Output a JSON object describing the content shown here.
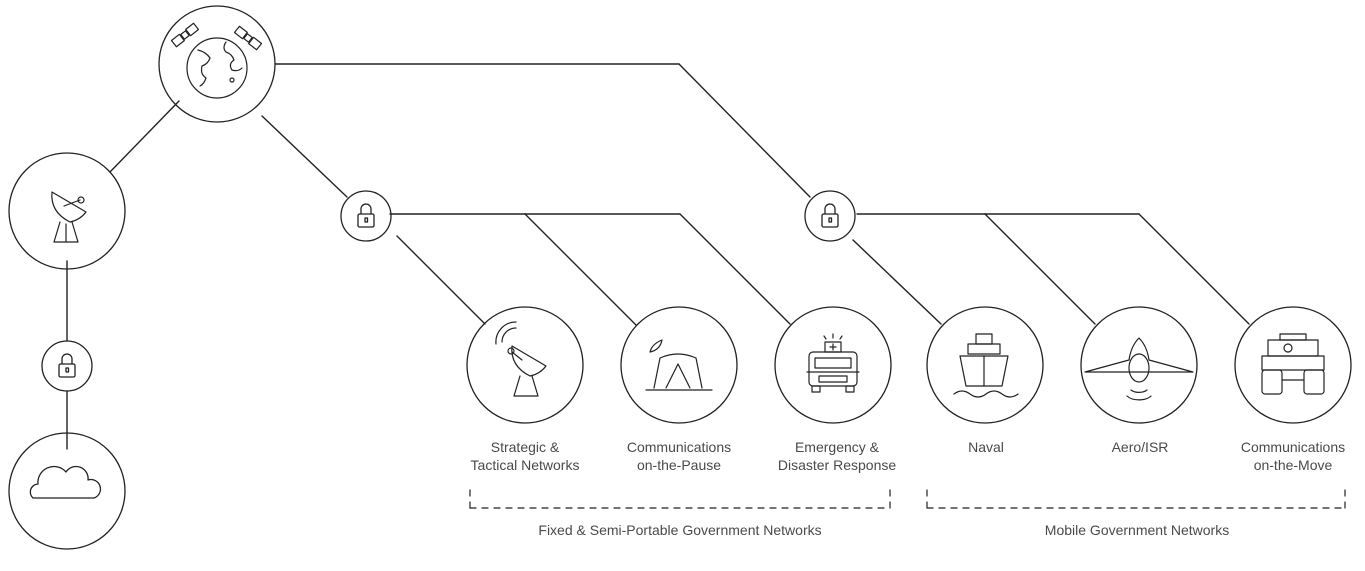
{
  "diagram": {
    "colors": {
      "stroke": "#222222",
      "text": "#4a4a4a"
    },
    "hub": {
      "icon": "satellite-earth-icon"
    },
    "ground_station": {
      "icon": "satellite-dish-icon"
    },
    "cloud": {
      "icon": "cloud-icon"
    },
    "locks": {
      "icon": "lock-icon",
      "count": 3
    },
    "endpoints": [
      {
        "icon": "tactical-dish-icon",
        "line1": "Strategic &",
        "line2": "Tactical Networks"
      },
      {
        "icon": "tent-dish-icon",
        "line1": "Communications",
        "line2": "on-the-Pause"
      },
      {
        "icon": "ambulance-icon",
        "line1": "Emergency &",
        "line2": "Disaster Response"
      },
      {
        "icon": "ship-icon",
        "line1": "Naval",
        "line2": ""
      },
      {
        "icon": "aircraft-icon",
        "line1": "Aero/ISR",
        "line2": ""
      },
      {
        "icon": "vehicle-icon",
        "line1": "Communications",
        "line2": "on-the-Move"
      }
    ],
    "groups": [
      {
        "label": "Fixed & Semi-Portable Government Networks"
      },
      {
        "label": "Mobile Government Networks"
      }
    ]
  }
}
